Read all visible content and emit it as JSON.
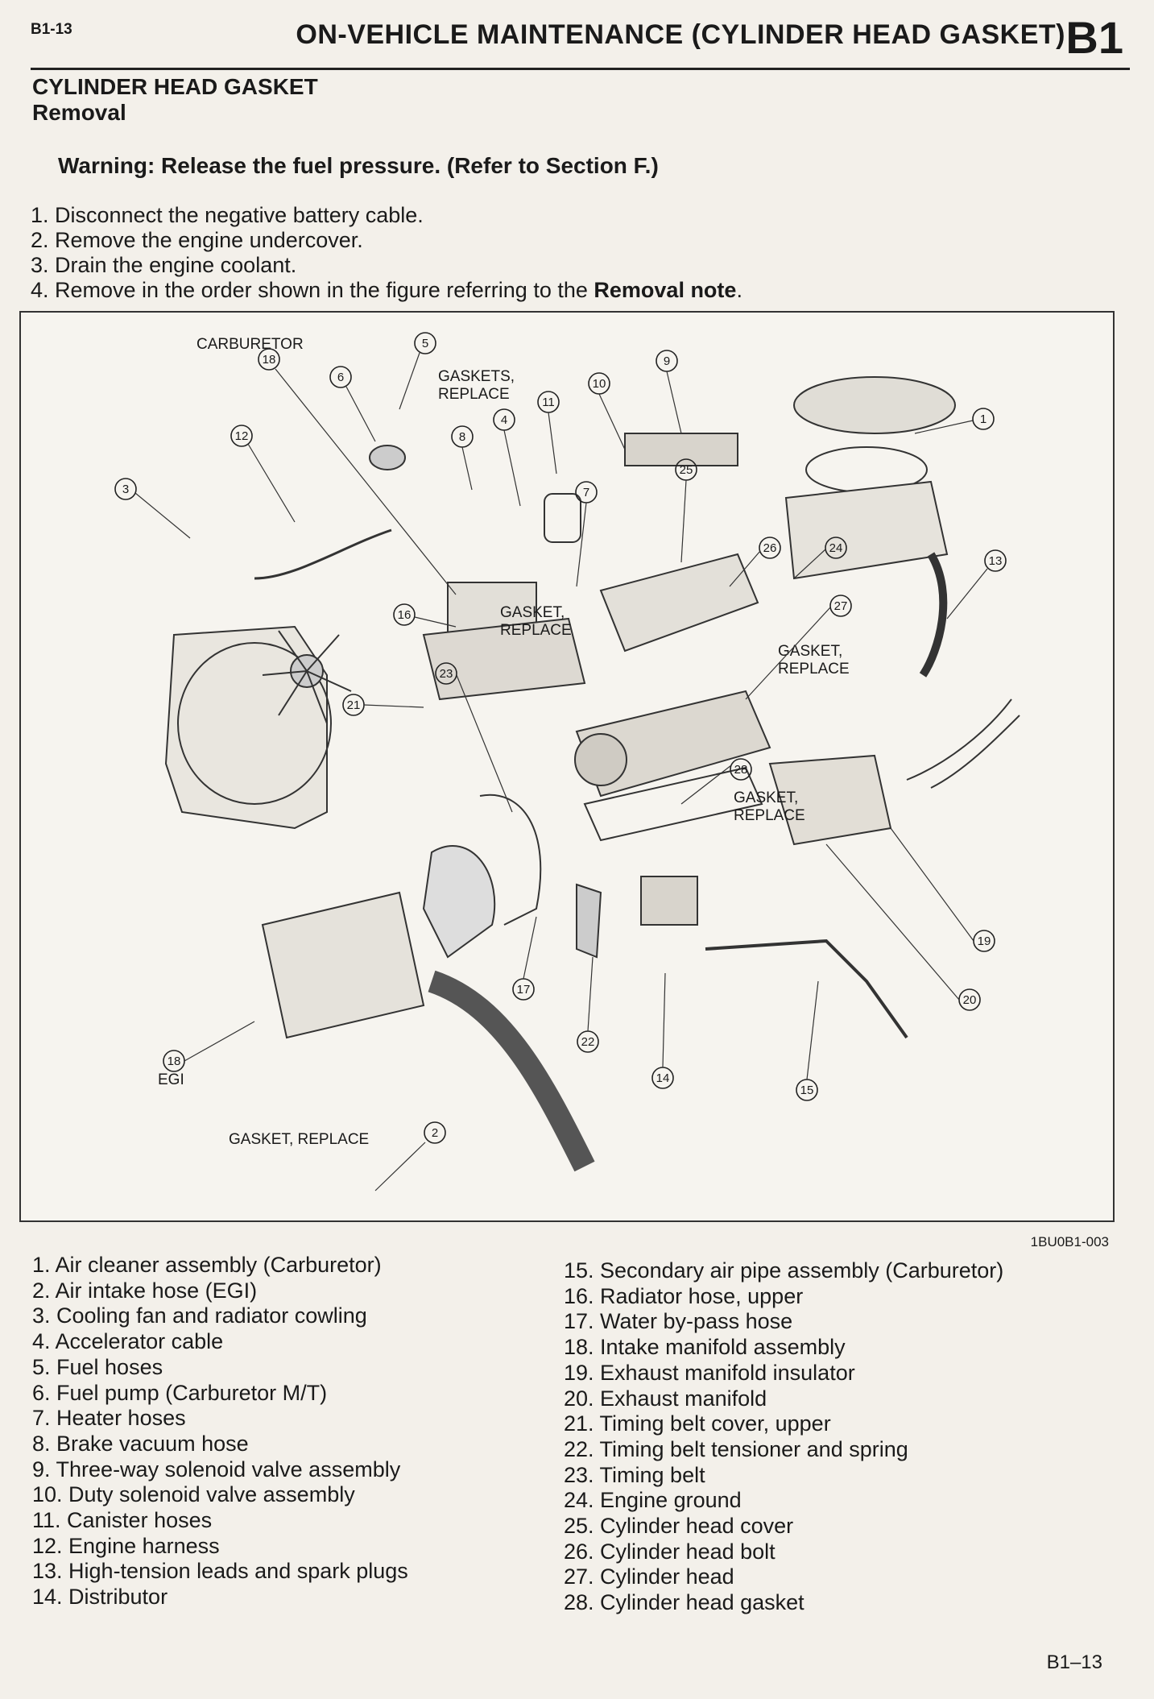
{
  "header": {
    "page_id": "B1-13",
    "title": "ON-VEHICLE MAINTENANCE (CYLINDER HEAD GASKET)",
    "section_mark": "B1"
  },
  "section": {
    "heading": "CYLINDER HEAD GASKET",
    "subheading": "Removal"
  },
  "warning": "Warning: Release the fuel pressure. (Refer to Section F.)",
  "steps": [
    "1. Disconnect the negative battery cable.",
    "2. Remove the engine undercover.",
    "3. Drain the engine coolant."
  ],
  "step4": {
    "prefix": "4. Remove in the order shown in the figure referring to the ",
    "bold": "Removal note",
    "suffix": "."
  },
  "figure": {
    "labels": {
      "carburetor": "CARBURETOR",
      "gaskets_replace_1": "GASKETS,",
      "gaskets_replace_2": "REPLACE",
      "gasket_a1": "GASKET,",
      "gasket_a2": "REPLACE",
      "gasket_b1": "GASKET,",
      "gasket_b2": "REPLACE",
      "gasket_c1": "GASKET,",
      "gasket_c2": "REPLACE",
      "gasket_d": "GASKET, REPLACE",
      "egi": "EGI"
    },
    "callouts": [
      "1",
      "2",
      "3",
      "4",
      "5",
      "6",
      "7",
      "8",
      "9",
      "10",
      "11",
      "12",
      "13",
      "14",
      "15",
      "16",
      "17",
      "18",
      "18",
      "19",
      "20",
      "21",
      "22",
      "23",
      "24",
      "25",
      "26",
      "27",
      "28"
    ],
    "figure_id": "1BU0B1-003"
  },
  "parts_left": [
    "1. Air cleaner assembly (Carburetor)",
    "2. Air intake hose (EGI)",
    "3. Cooling fan and radiator cowling",
    "4. Accelerator cable",
    "5. Fuel hoses",
    "6. Fuel pump (Carburetor M/T)",
    "7. Heater hoses",
    "8. Brake vacuum hose",
    "9. Three-way solenoid valve assembly",
    "10. Duty solenoid valve assembly",
    "11. Canister hoses",
    "12. Engine harness",
    "13. High-tension leads and spark plugs",
    "14. Distributor"
  ],
  "parts_right": [
    "15. Secondary air pipe assembly (Carburetor)",
    "16. Radiator hose, upper",
    "17. Water by-pass hose",
    "18. Intake manifold assembly",
    "19. Exhaust manifold insulator",
    "20. Exhaust manifold",
    "21. Timing belt cover, upper",
    "22. Timing belt tensioner and spring",
    "23. Timing belt",
    "24. Engine ground",
    "25. Cylinder head cover",
    "26. Cylinder head bolt",
    "27. Cylinder head",
    "28. Cylinder head gasket"
  ],
  "footer": "B1–13"
}
